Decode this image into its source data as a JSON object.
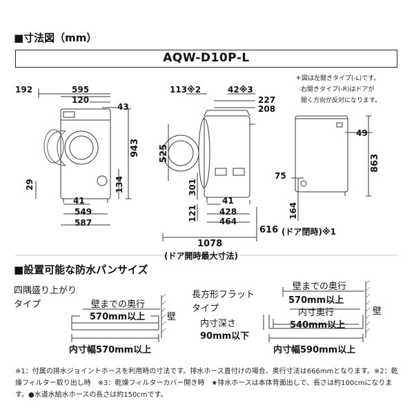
{
  "heading_dimensions": "■寸法図（mm）",
  "model_name": "AQW-D10P-L",
  "side_note": [
    "＊図は左開きタイプ(-L)です。",
    "右開きタイプ(-R)はドアが",
    "開く方向が反対になります。"
  ],
  "front_view": {
    "top_dims": [
      "192",
      "595",
      "120",
      "43"
    ],
    "height_dims": [
      "943",
      "134",
      "29"
    ],
    "bottom_dims": [
      "41",
      "549",
      "587"
    ]
  },
  "side_view": {
    "top_dims": [
      "113※2",
      "42※3",
      "227",
      "208"
    ],
    "height_dims": [
      "525",
      "301",
      "121"
    ],
    "bottom_dims": [
      "41",
      "428",
      "464",
      "616",
      "(ドア閉時)※1",
      "1078"
    ],
    "caption": "(ドア開時最大寸法)"
  },
  "back_view": {
    "dims": [
      "49",
      "863",
      "75",
      "164"
    ]
  },
  "heading_pan": "■設置可能な防水パンサイズ",
  "pan_a": {
    "type_label": [
      "四隅盛り上がり",
      "タイプ"
    ],
    "depth_label": "壁までの奥行",
    "depth_value": "570mm以上",
    "wall": "壁",
    "width_label": "内寸幅570mm以上"
  },
  "pan_b": {
    "type_label": [
      "長方形フラット",
      "タイプ"
    ],
    "depth_label": "壁までの奥行",
    "depth_value": "570mm以上",
    "inner_depth_label": "内寸奥行",
    "inner_depth_value": "540mm以上",
    "inner_height_label": "内寸深さ",
    "inner_height_value": "90mm以下",
    "wall": "壁",
    "width_label": "内寸幅590mm以上"
  },
  "footnote": "※1：付属の排水ジョイントホースを利用時の寸法です。排水ホース直付けの場合、奥行寸法は666mmとなります。※2：乾燥フィルター取り出し時　※3：乾燥フィルターカバー開き時　★排水ホースは本体背面出しで、長さは約100cmになります。●水道水給水ホースの長さは約150cmです。"
}
